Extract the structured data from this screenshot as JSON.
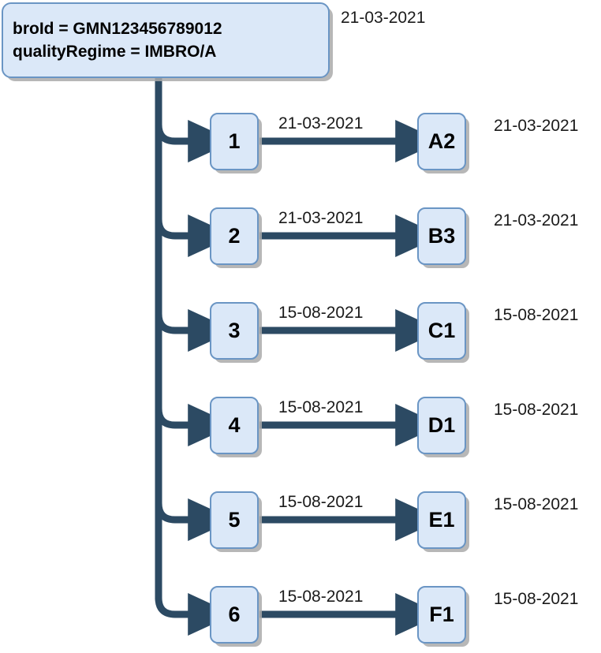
{
  "diagram": {
    "type": "branching-flow",
    "root": {
      "line1": "broId = GMN123456789012",
      "line2": "qualityRegime = IMBRO/A",
      "date": "21-03-2021"
    },
    "colors": {
      "node_fill": "#dbe8f8",
      "node_border": "#6a95c4",
      "connector": "#2c4a63",
      "shadow": "#aaaaaa",
      "text": "#000000"
    },
    "rows": [
      {
        "source": "1",
        "edge_date": "21-03-2021",
        "target": "A2",
        "target_date": "21-03-2021"
      },
      {
        "source": "2",
        "edge_date": "21-03-2021",
        "target": "B3",
        "target_date": "21-03-2021"
      },
      {
        "source": "3",
        "edge_date": "15-08-2021",
        "target": "C1",
        "target_date": "15-08-2021"
      },
      {
        "source": "4",
        "edge_date": "15-08-2021",
        "target": "D1",
        "target_date": "15-08-2021"
      },
      {
        "source": "5",
        "edge_date": "15-08-2021",
        "target": "E1",
        "target_date": "15-08-2021"
      },
      {
        "source": "6",
        "edge_date": "15-08-2021",
        "target": "F1",
        "target_date": "15-08-2021"
      }
    ]
  }
}
